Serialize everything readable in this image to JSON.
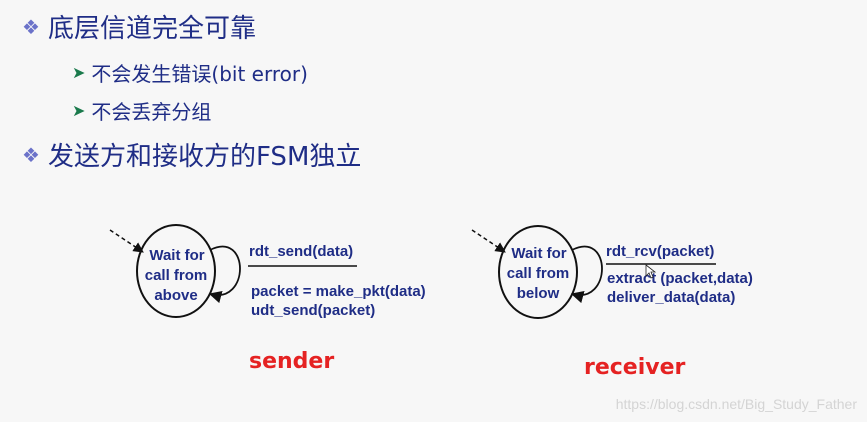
{
  "bullets": [
    {
      "text": "底层信道完全可靠",
      "icon": "diamond-bullet-icon",
      "subs": [
        {
          "text": "不会发生错误(bit error)",
          "icon": "arrow-bullet-icon"
        },
        {
          "text": "不会丢弃分组",
          "icon": "arrow-bullet-icon"
        }
      ]
    },
    {
      "text": "发送方和接收方的FSM独立",
      "icon": "diamond-bullet-icon"
    }
  ],
  "sender": {
    "state_lines": [
      "Wait for",
      "call from",
      "above"
    ],
    "event": "rdt_send(data)",
    "actions": [
      "packet = make_pkt(data)",
      "udt_send(packet)"
    ],
    "label": "sender"
  },
  "receiver": {
    "state_lines": [
      "Wait for",
      "call from",
      "below"
    ],
    "event": "rdt_rcv(packet)",
    "actions": [
      "extract (packet,data)",
      "deliver_data(data)"
    ],
    "label": "receiver"
  },
  "watermark": "https://blog.csdn.net/Big_Study_Father",
  "colors": {
    "text": "#1f2d86",
    "role_label": "#e52222",
    "diamond": "#6b72c9",
    "arrow": "#1a7a4c"
  }
}
